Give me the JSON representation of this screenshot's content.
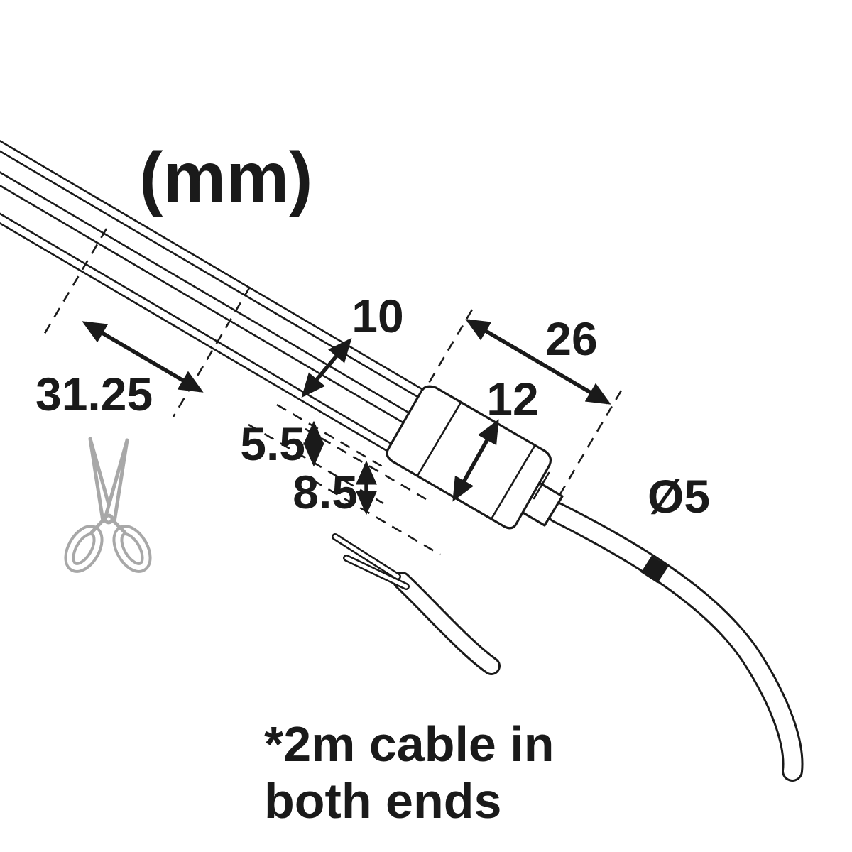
{
  "unit_label": "(mm)",
  "dimensions": {
    "cut_interval": "31.25",
    "strip_width": "10",
    "cap_length": "26",
    "cap_width": "12",
    "strip_thickness": "5.5",
    "cap_thickness": "8.5",
    "cable_diameter": "Ø5"
  },
  "note": {
    "line1": "*2m cable in",
    "line2": "both ends"
  },
  "icons": {
    "scissors": "scissors-icon"
  },
  "colors": {
    "line": "#1a1a1a",
    "scissors": "#a8a8a8",
    "background": "#ffffff"
  }
}
